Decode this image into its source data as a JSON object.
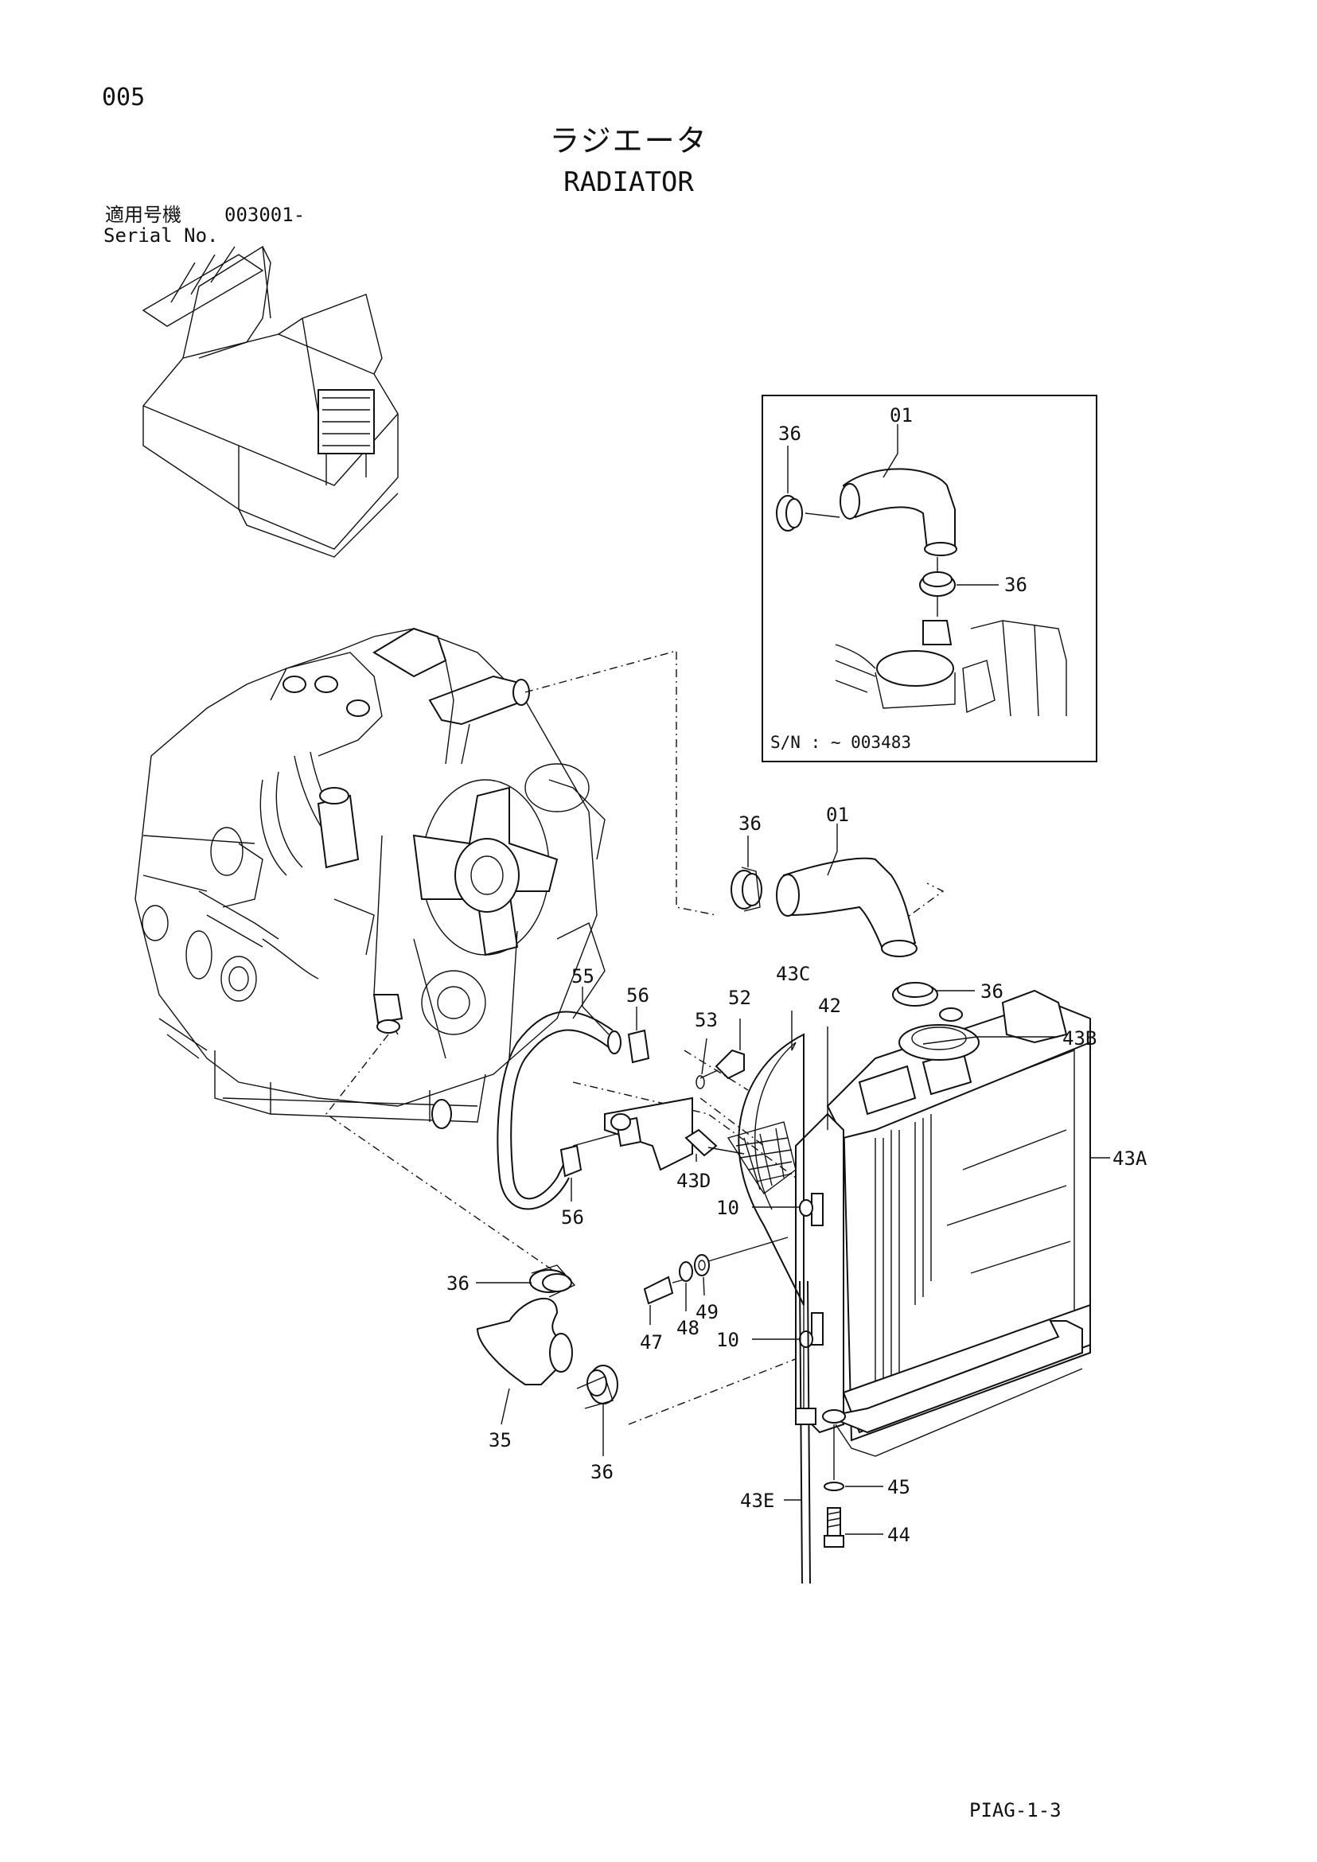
{
  "header": {
    "page_number": "005",
    "title_jp": "ラジエータ",
    "title_en": "RADIATOR",
    "serial_label_jp": "適用号機",
    "serial_value": "003001-",
    "serial_label_en": "Serial No."
  },
  "inset": {
    "serial_note": "S/N : ~ 003483",
    "callouts": [
      "36",
      "01",
      "36"
    ]
  },
  "callouts": {
    "c01": "01",
    "c36_upper": "36",
    "c36_mid": "36",
    "c55": "55",
    "c56_top": "56",
    "c52": "52",
    "c53": "53",
    "c43C": "43C",
    "c42": "42",
    "c43B": "43B",
    "c43A": "43A",
    "c43D": "43D",
    "c56_bottom": "56",
    "c10_top": "10",
    "c36_left": "36",
    "c47": "47",
    "c48": "48",
    "c49": "49",
    "c10_bottom": "10",
    "c35": "35",
    "c36_bottom": "36",
    "c43E": "43E",
    "c45": "45",
    "c44": "44"
  },
  "footer": {
    "code": "PIAG-1-3"
  }
}
